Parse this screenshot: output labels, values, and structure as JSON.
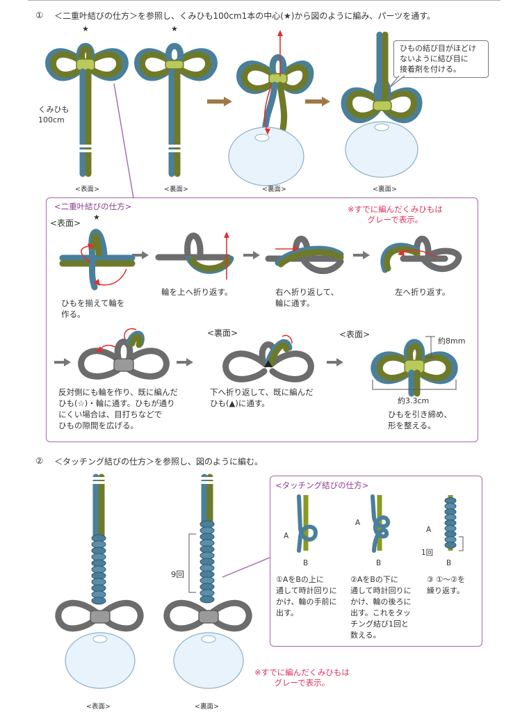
{
  "step1": {
    "num": "①",
    "text": "＜二重叶結びの仕方＞を参照し、くみひも100cm1本の中心(★)から図のように編み、パーツを通す。",
    "star": "★",
    "cord_label": "くみひも\n100cm",
    "side_labels": [
      "<表面>",
      "<裏面>",
      "<裏面>",
      "<裏面>"
    ],
    "callout": "ひもの結び目がほどけ\nないように結び目に\n接着剤を付ける。"
  },
  "panel1": {
    "title": "<二重叶結びの仕方>",
    "face_front": "<表面>",
    "face_back": "<裏面>",
    "face_front2": "<表面>",
    "note": "※すでに編んだくみひもは\nグレーで表示。",
    "captions": [
      "ひもを揃えて輪を\n作る。",
      "輪を上へ折り返す。",
      "右へ折り返して、\n輪に通す。",
      "左へ折り返す。",
      "反対側にも輪を作り、既に編んだ\nひも(☆)・輪に通す。ひもが通り\nにくい場合は、目打ちなどで\nひもの隙間を広げる。",
      "下へ折り返して、既に編んだ\nひも(▲)に通す。",
      "ひもを引き締め、\n形を整える。"
    ],
    "dim_height": "約8mm",
    "dim_width": "約3.3cm"
  },
  "step2": {
    "num": "②",
    "text": "＜タッチング結びの仕方＞を参照し、図のように編む。",
    "count_label": "9回",
    "side_labels": [
      "<表面>",
      "<裏面>"
    ]
  },
  "panel2": {
    "title": "<タッチング結びの仕方>",
    "label_a": "A",
    "label_b": "B",
    "once_label": "1回",
    "captions": [
      "①AをBの上に\n通して時計回りに\nかけ、輪の手前に\n出す。",
      "②AをBの下に\n通して時計回りに\nかけ、輪の後ろに\n出す。これをタッ\nチング結び1回と\n数える。",
      "③ ①～②を\n繰り返す。"
    ],
    "note": "※すでに編んだくみひもは\nグレーで表示。"
  },
  "colors": {
    "cord_blue": "#4a7f9b",
    "cord_green": "#b9c95a",
    "cord_gray": "#8a8a8a",
    "panel_border": "#a266a8",
    "note_red": "#e0305a",
    "arrow_brown": "#a07848"
  }
}
